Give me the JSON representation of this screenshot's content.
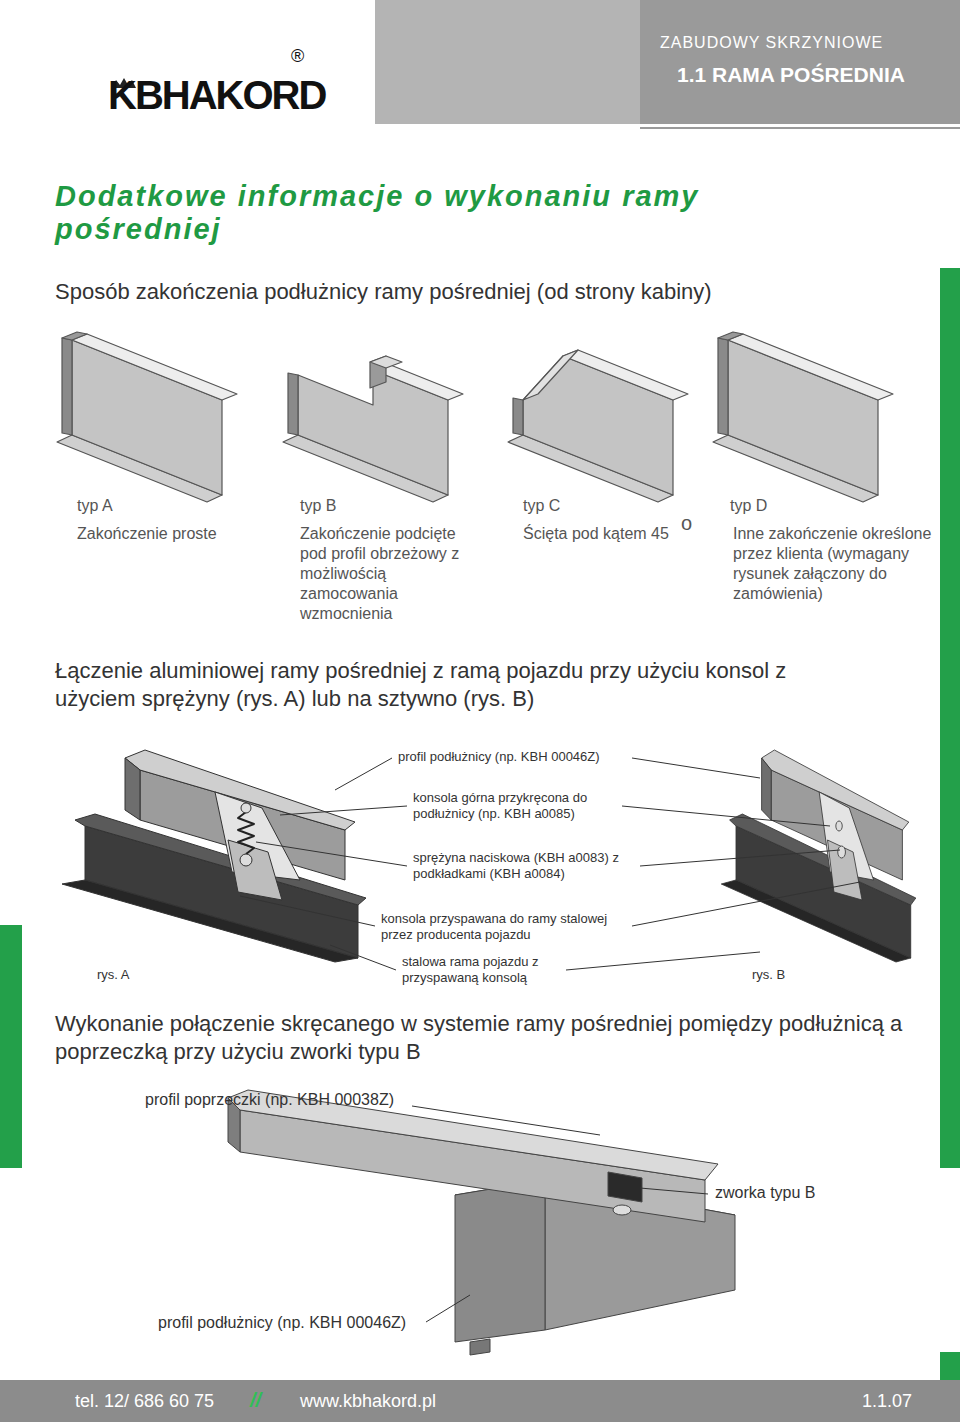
{
  "diagram": {
    "title": "Dodatkowe informacje o wykonaniu ramy pośredniej",
    "labels": [
      "ZABUDOWY SKRZYNIOWE",
      "1.1 RAMA POŚREDNIA",
      "Sposób zakończenia podłużnicy ramy pośredniej (od strony kabiny)",
      "typ A",
      "Zakończenie proste",
      "typ B",
      "Zakończenie podcięte pod profil obrzeżowy z możliwością zamocowania wzmocnienia",
      "typ C",
      "Ścięta pod kątem 45",
      "o",
      "typ D",
      "Inne zakończenie określone przez klienta (wymagany rysunek załączony do zamówienia)",
      "Łączenie aluminiowej ramy pośredniej z ramą pojazdu przy użyciu konsol z użyciem sprężyny (rys. A) lub na sztywno (rys. B)",
      "profil podłużnicy (np. KBH 00046Z)",
      "konsola górna przykręcona do podłużnicy (np. KBH a0085)",
      "sprężyna naciskowa (KBH a0083) z podkładkami (KBH a0084)",
      "konsola przyspawana do ramy stalowej przez producenta pojazdu",
      "stalowa rama pojazdu z przyspawaną konsolą",
      "rys. A",
      "rys. B",
      "Wykonanie połączenie skręcanego w systemie ramy pośredniej pomiędzy podłużnicą a poprzeczką przy użyciu zworki typu B",
      "profil poprzeczki (np. KBH 00038Z)",
      "zworka typu B",
      "profil podłużnicy (np. KBH 00046Z)",
      "tel. 12/ 686 60 75",
      "//",
      "www.kbhakord.pl",
      "1.1.07",
      "KBHAKORD",
      "®"
    ]
  }
}
